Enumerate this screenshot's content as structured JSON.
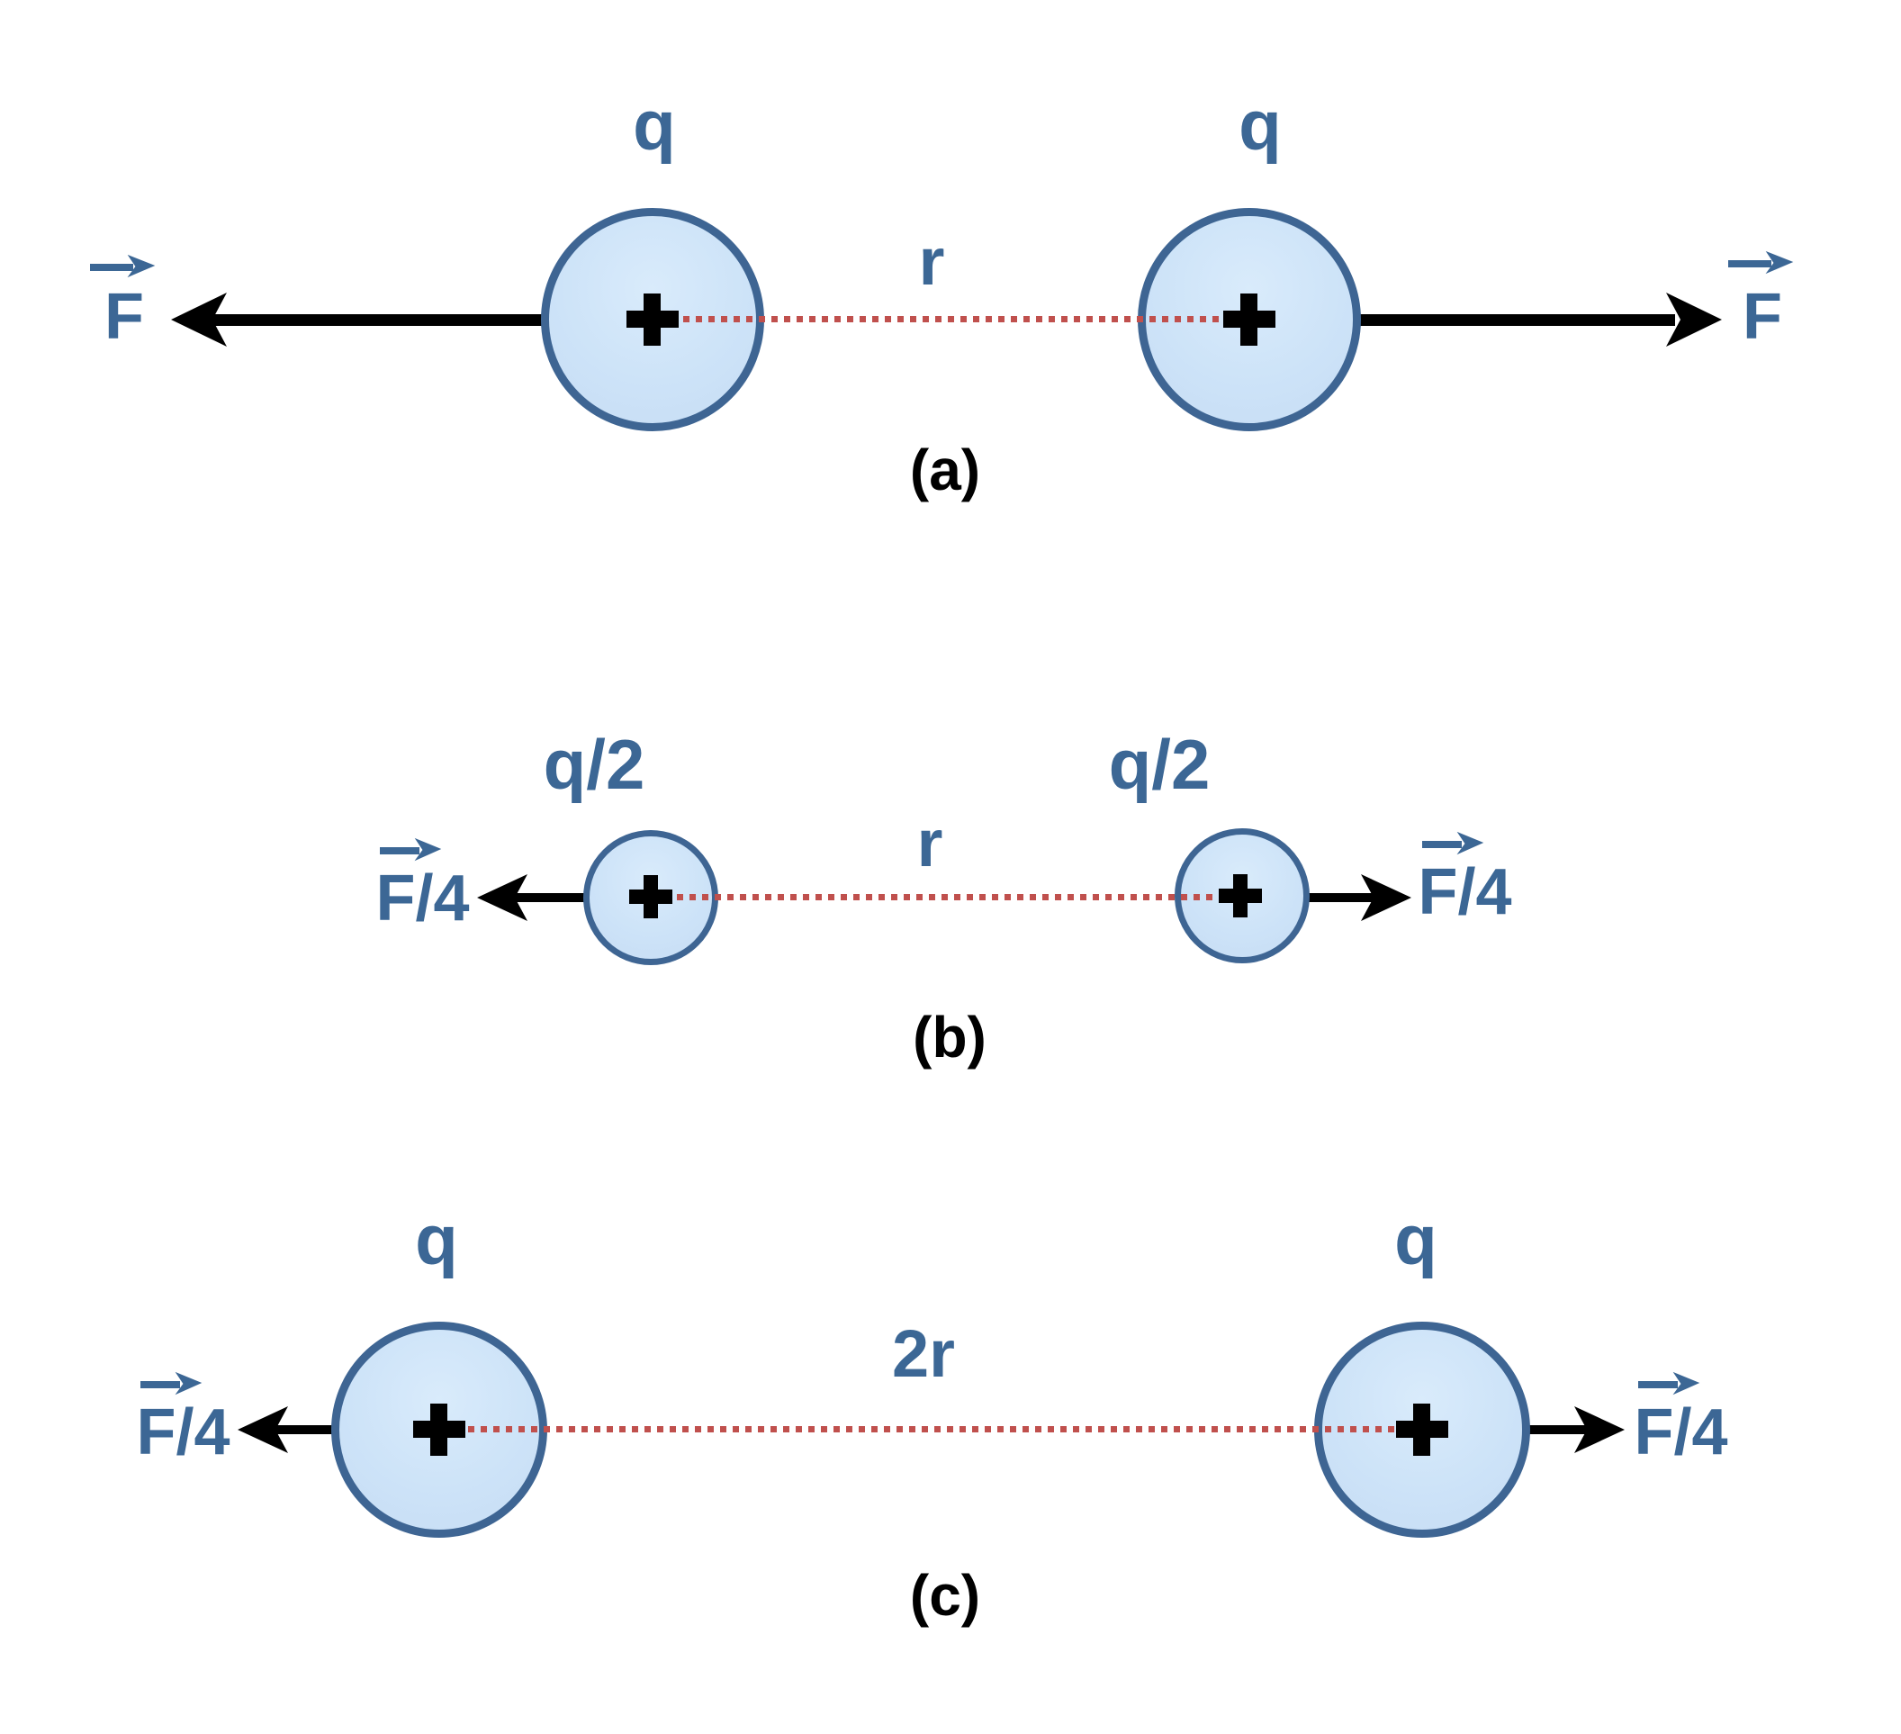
{
  "diagram_title": "",
  "colors": {
    "charge_fill": "#cde3f8",
    "charge_border": "#3e6593",
    "label_blue": "#3c6795",
    "distance_dotted_red": "#c0504d",
    "force_arrow_black": "#000000",
    "background": "#ffffff"
  },
  "icons": {
    "plus_icon": "+",
    "vector_arrow_icon": "→"
  },
  "figures": [
    {
      "caption": "(a)",
      "left_charge": "q",
      "right_charge": "q",
      "distance": "r",
      "left_force": "F",
      "right_force": "F",
      "charge_sign": "+"
    },
    {
      "caption": "(b)",
      "left_charge": "q/2",
      "right_charge": "q/2",
      "distance": "r",
      "left_force": "F/4",
      "right_force": "F/4",
      "charge_sign": "+"
    },
    {
      "caption": "(c)",
      "left_charge": "q",
      "right_charge": "q",
      "distance": "2r",
      "left_force": "F/4",
      "right_force": "F/4",
      "charge_sign": "+"
    }
  ]
}
